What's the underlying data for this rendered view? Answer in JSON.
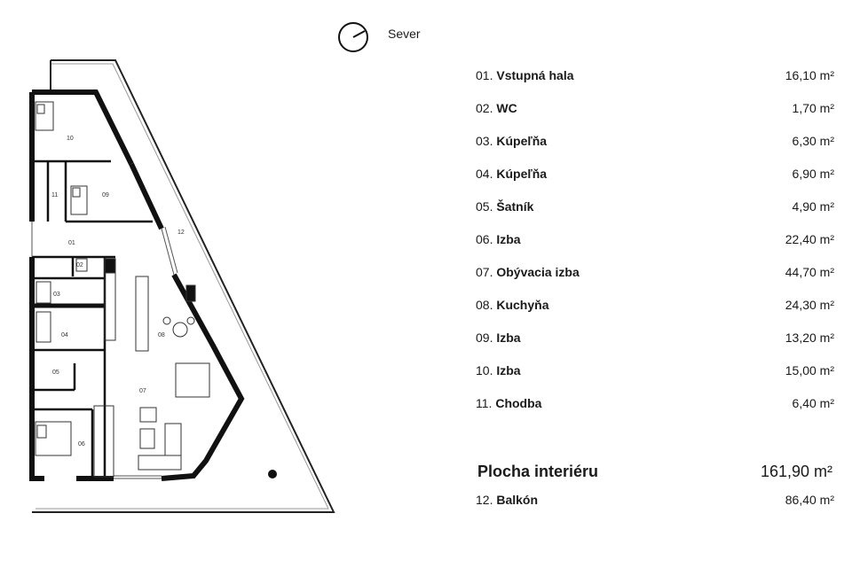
{
  "compass": {
    "label": "Sever",
    "icon": "compass-icon"
  },
  "plan": {
    "labels": [
      "10",
      "11",
      "09",
      "12",
      "01",
      "02",
      "03",
      "04",
      "08",
      "05",
      "07",
      "06"
    ]
  },
  "rooms": [
    {
      "num": "01.",
      "name": "Vstupná hala",
      "area": "16,10 m²"
    },
    {
      "num": "02.",
      "name": "WC",
      "area": "1,70 m²"
    },
    {
      "num": "03.",
      "name": "Kúpeľňa",
      "area": "6,30 m²"
    },
    {
      "num": "04.",
      "name": "Kúpeľňa",
      "area": "6,90 m²"
    },
    {
      "num": "05.",
      "name": "Šatník",
      "area": "4,90 m²"
    },
    {
      "num": "06.",
      "name": "Izba",
      "area": "22,40 m²"
    },
    {
      "num": "07.",
      "name": "Obývacia izba",
      "area": "44,70 m²"
    },
    {
      "num": "08.",
      "name": "Kuchyňa",
      "area": "24,30 m²"
    },
    {
      "num": "09.",
      "name": "Izba",
      "area": "13,20 m²"
    },
    {
      "num": "10.",
      "name": "Izba",
      "area": "15,00 m²"
    },
    {
      "num": "11.",
      "name": "Chodba",
      "area": "6,40 m²"
    }
  ],
  "total": {
    "label": "Plocha interiéru",
    "area": "161,90 m²"
  },
  "balcony": {
    "num": "12.",
    "name": "Balkón",
    "area": "86,40 m²"
  }
}
